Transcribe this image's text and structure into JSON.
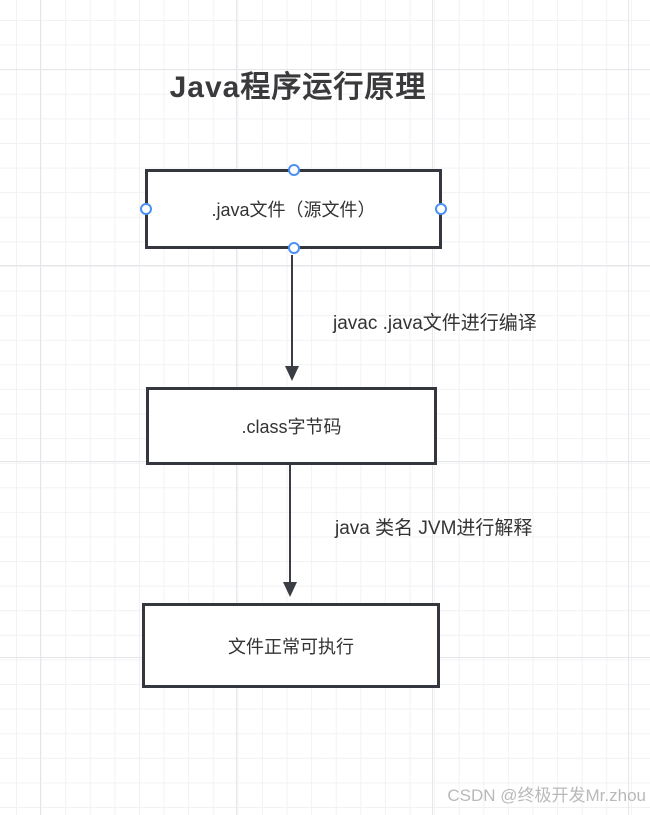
{
  "title": "Java程序运行原理",
  "flowchart": {
    "nodes": [
      {
        "id": "source",
        "label": ".java文件（源文件）"
      },
      {
        "id": "bytecode",
        "label": ".class字节码"
      },
      {
        "id": "exec",
        "label": "文件正常可执行"
      }
    ],
    "edges": [
      {
        "from": "source",
        "to": "bytecode",
        "label": "javac .java文件进行编译"
      },
      {
        "from": "bytecode",
        "to": "exec",
        "label": "java 类名 JVM进行解释"
      }
    ]
  },
  "selection": {
    "selected_node": "source",
    "handles": [
      "top",
      "right",
      "bottom",
      "left"
    ]
  },
  "watermark": "CSDN @终极开发Mr.zhou",
  "colors": {
    "node_border": "#34383e",
    "arrow": "#3a3e44",
    "handle_ring": "#4a90f4",
    "text": "#333333",
    "title_text": "#3a3a3c",
    "grid_minor": "#f2f2f5",
    "grid_major": "#e6e6ea",
    "watermark_text": "#b9b9bb",
    "background": "#ffffff"
  }
}
